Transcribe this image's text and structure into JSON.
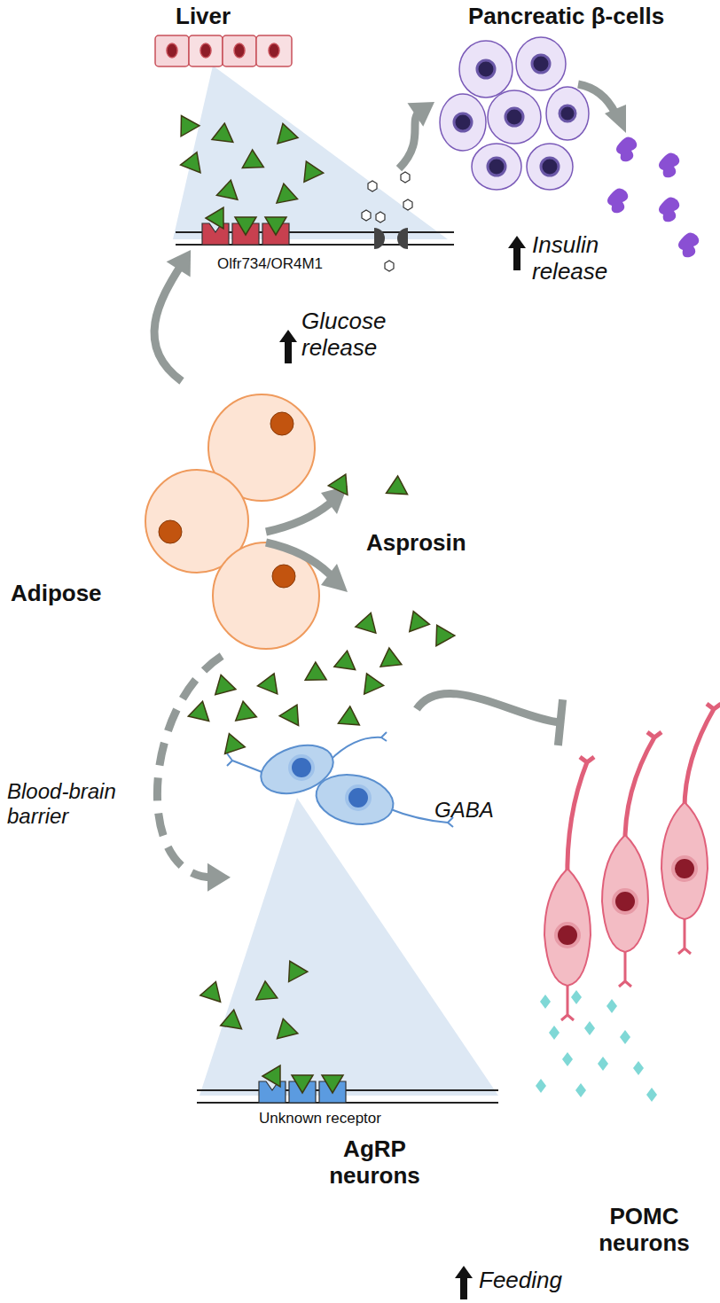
{
  "diagram": {
    "nodes": [
      {
        "text": [
          "Liver"
        ]
      },
      {
        "text": [
          "Pancreatic β-cells"
        ]
      },
      {
        "text": [
          "Adipose"
        ]
      },
      {
        "text": [
          "AgRP neurons"
        ]
      },
      {
        "text": [
          "POMC neurons"
        ]
      }
    ],
    "edges": [
      {
        "from": 2,
        "to": 0,
        "arrow": "to"
      },
      {
        "from": 0,
        "to": 1,
        "arrow": "to"
      },
      {
        "from": 2,
        "to": 3,
        "arrow": "to",
        "label": "Blood-brain barrier"
      },
      {
        "from": 3,
        "to": 4,
        "arrow": "to"
      }
    ],
    "labels": [
      "Olfr734/OR4M1",
      "Glucose release",
      "Insulin release",
      "Asprosin",
      "GABA",
      "Unknown receptor",
      "Feeding"
    ]
  }
}
